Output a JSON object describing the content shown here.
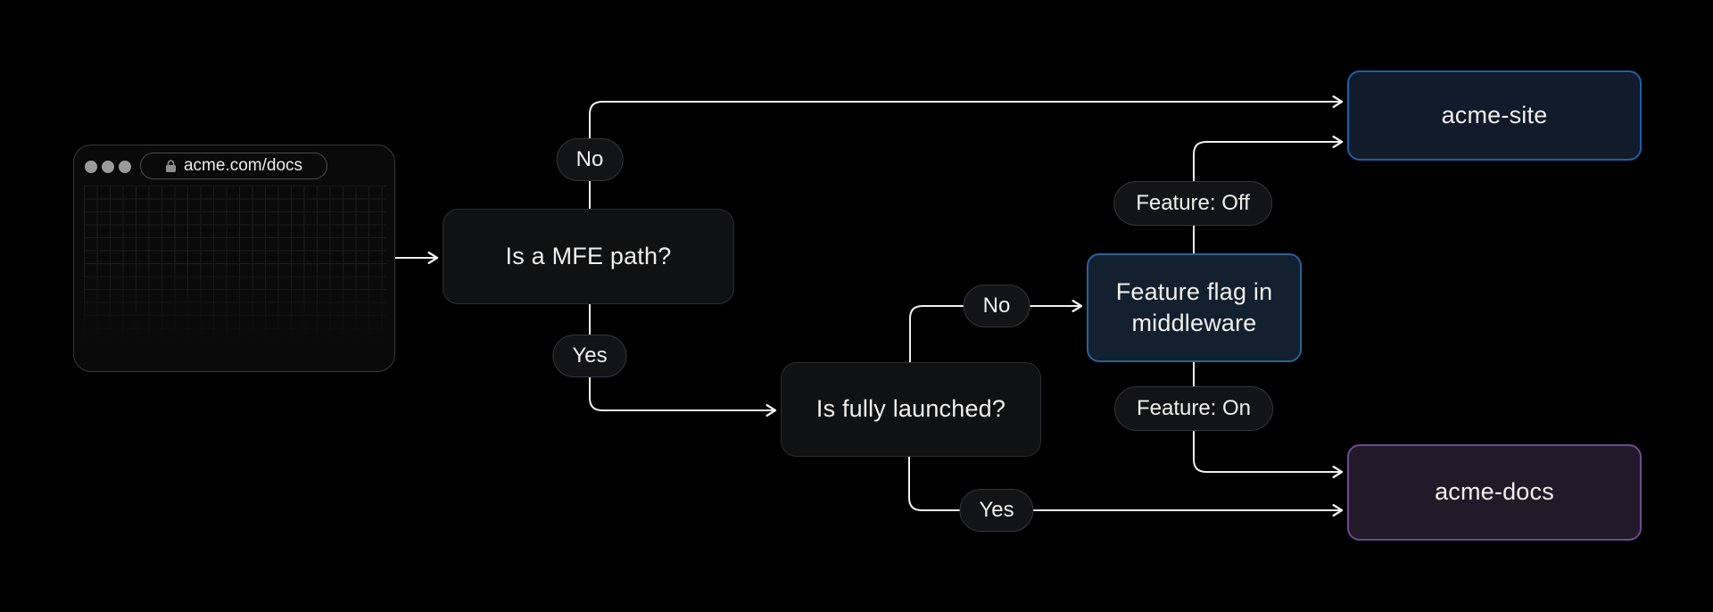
{
  "diagram": {
    "browser": {
      "url": "acme.com/docs"
    },
    "nodes": {
      "mfe_question": {
        "label": "Is a MFE path?"
      },
      "launched_question": {
        "label": "Is fully launched?"
      },
      "feature_flag": {
        "label": "Feature flag in middleware"
      },
      "acme_site": {
        "label": "acme-site"
      },
      "acme_docs": {
        "label": "acme-docs"
      }
    },
    "edge_labels": {
      "mfe_no": "No",
      "mfe_yes": "Yes",
      "launched_no": "No",
      "launched_yes": "Yes",
      "feature_off": "Feature: Off",
      "feature_on": "Feature: On"
    },
    "colors": {
      "background": "#000000",
      "connector": "#f0f0f0",
      "decision_bg": "#101113",
      "decision_border": "#2c2e33",
      "pill_bg": "#121417",
      "pill_border": "#34373d",
      "feature_flag_bg": "#13202f",
      "feature_flag_border": "#2e6096",
      "acme_site_bg": "#111b2b",
      "acme_site_border": "#1d5fa9",
      "acme_docs_bg": "#221a29",
      "acme_docs_border": "#6c4b90"
    }
  }
}
